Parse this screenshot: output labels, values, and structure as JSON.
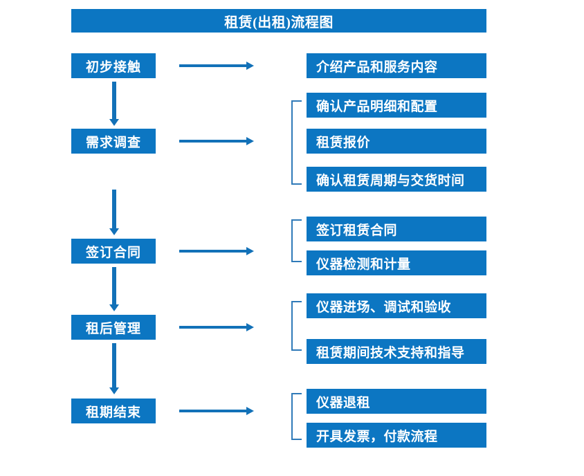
{
  "chart_title": "租赁(出租)流程图",
  "colors": {
    "box_fill": "#0c76c2",
    "box_text": "#ffffff",
    "arrow": "#1271b8",
    "bracket": "#2f7ab8",
    "background": "#ffffff"
  },
  "stages": [
    {
      "label": "初步接触"
    },
    {
      "label": "需求调查"
    },
    {
      "label": "签订合同"
    },
    {
      "label": "租后管理"
    },
    {
      "label": "租期结束"
    }
  ],
  "details": [
    {
      "label": "介绍产品和服务内容"
    },
    {
      "label": "确认产品明细和配置"
    },
    {
      "label": "租赁报价"
    },
    {
      "label": "确认租赁周期与交货时间"
    },
    {
      "label": "签订租赁合同"
    },
    {
      "label": "仪器检测和计量"
    },
    {
      "label": "仪器进场、调试和验收"
    },
    {
      "label": "租赁期间技术支持和指导"
    },
    {
      "label": "仪器退租"
    },
    {
      "label": "开具发票，付款流程"
    }
  ]
}
